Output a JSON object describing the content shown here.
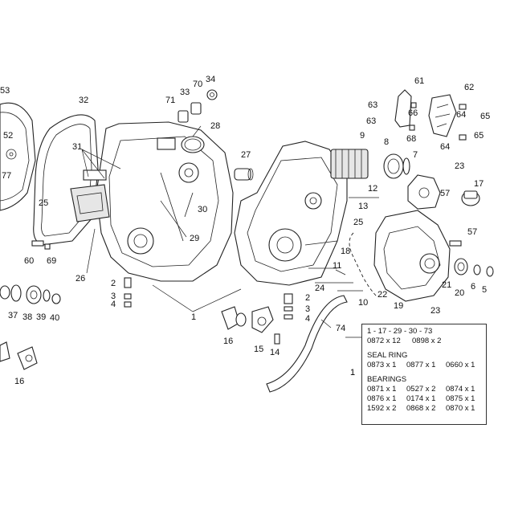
{
  "callouts": {
    "c1": "1",
    "c2": "2",
    "c3": "3",
    "c4": "4",
    "c5": "5",
    "c6": "6",
    "c7": "7",
    "c8": "8",
    "c9": "9",
    "c10": "10",
    "c11": "11",
    "c12": "12",
    "c13": "13",
    "c14": "14",
    "c15": "15",
    "c16": "16",
    "c17": "17",
    "c18": "18",
    "c19": "19",
    "c20": "20",
    "c21": "21",
    "c22": "22",
    "c23": "23",
    "c24": "24",
    "c25": "25",
    "c26": "26",
    "c27": "27",
    "c28": "28",
    "c29": "29",
    "c30": "30",
    "c31": "31",
    "c32": "32",
    "c33": "33",
    "c34": "34",
    "c37": "37",
    "c38": "38",
    "c39": "39",
    "c40": "40",
    "c52": "52",
    "c53": "53",
    "c57": "57",
    "c60": "60",
    "c61": "61",
    "c62": "62",
    "c63": "63",
    "c64": "64",
    "c65": "65",
    "c66": "66",
    "c68": "68",
    "c69": "69",
    "c70": "70",
    "c71": "71",
    "c74": "74",
    "c77": "77"
  },
  "kit_box": {
    "ref_label": "1",
    "line1": "1 - 17 - 29 - 30 - 73",
    "line2": [
      "0872 x 12",
      "0898 x 2"
    ],
    "seal_heading": "SEAL RING",
    "seal_row": [
      "0873 x 1",
      "0877 x 1",
      "0660 x 1"
    ],
    "bearings_heading": "BEARINGS",
    "bearing_rows": [
      [
        "0871 x 1",
        "0527 x 2",
        "0874 x 1"
      ],
      [
        "0876 x 1",
        "0174 x 1",
        "0875 x 1"
      ],
      [
        "1592 x 2",
        "0868 x 2",
        "0870 x 1"
      ]
    ]
  }
}
